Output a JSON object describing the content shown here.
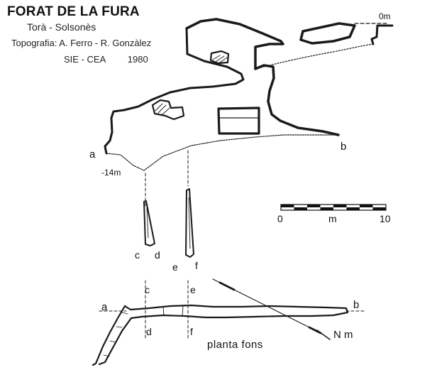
{
  "header": {
    "title": "FORAT DE LA FURA",
    "location": "Torà - Solsonès",
    "survey": "Topografia: A. Ferro - R. Gonzàlez",
    "org": "SIE - CEA",
    "year": "1980"
  },
  "elevation": {
    "top_depth": "0m",
    "bottom_depth": "-14m",
    "left_end": "a",
    "right_end": "b"
  },
  "sections": {
    "labels": [
      "c",
      "d",
      "e",
      "f"
    ]
  },
  "scale": {
    "start": "0",
    "unit": "m",
    "end": "10"
  },
  "plan": {
    "left_end": "a",
    "right_end": "b",
    "cut_labels": [
      "c",
      "d",
      "e",
      "f"
    ],
    "north": "N m",
    "caption": "planta fons"
  },
  "colors": {
    "ink": "#1a1a1a",
    "background": "#ffffff"
  }
}
